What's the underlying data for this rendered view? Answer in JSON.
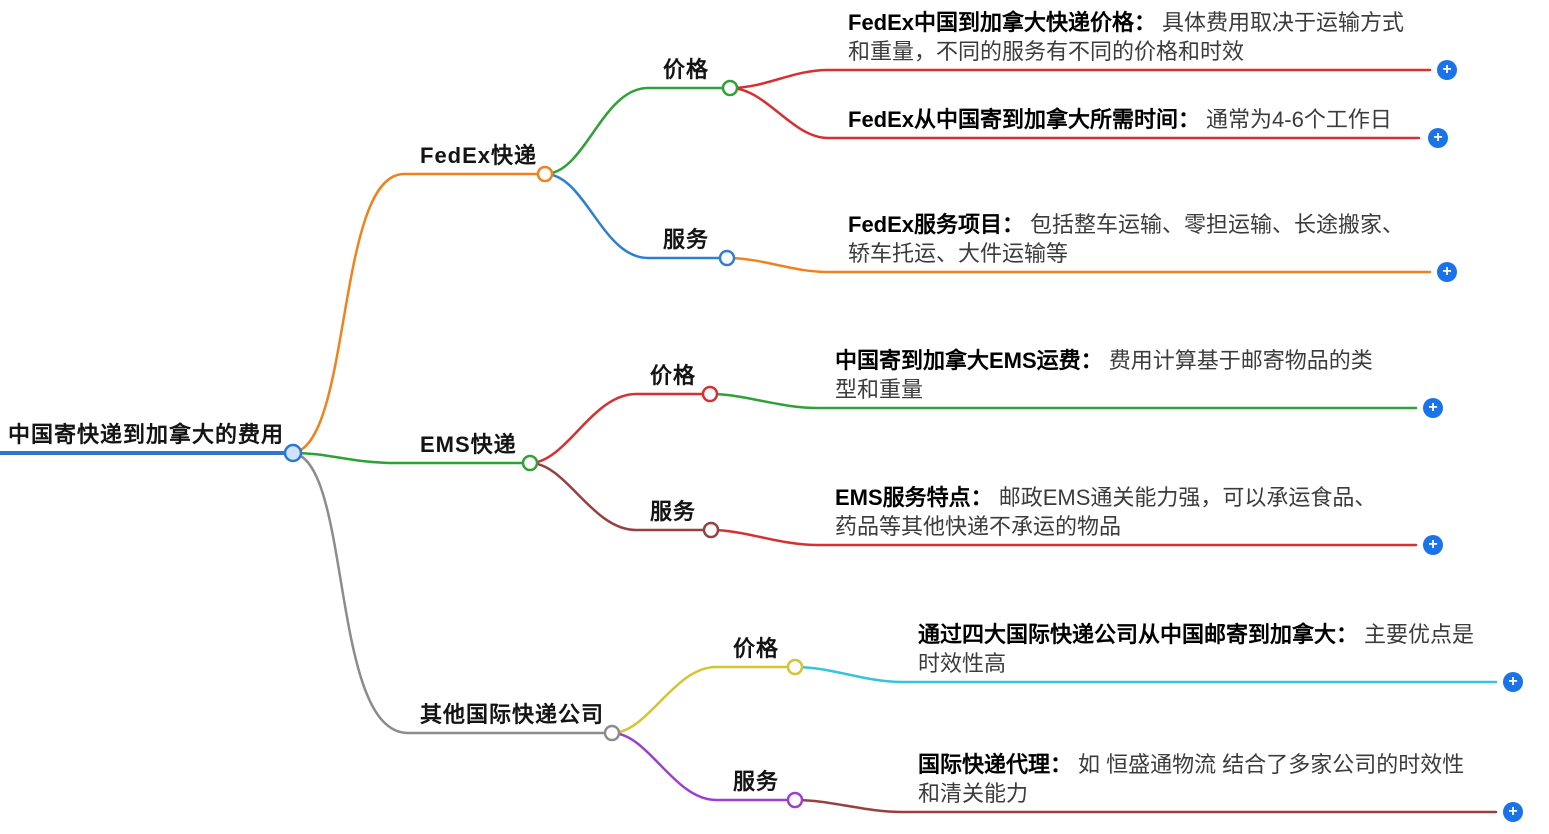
{
  "root": {
    "label": "中国寄快递到加拿大的费用"
  },
  "branches": [
    {
      "label": "FedEx快递",
      "groups": [
        {
          "label": "价格",
          "leaves": [
            {
              "title": "FedEx中国到加拿大快递价格：",
              "desc": "具体费用取决于运输方式和重量，不同的服务有不同的价格和时效"
            },
            {
              "title": "FedEx从中国寄到加拿大所需时间：",
              "desc": "通常为4-6个工作日"
            }
          ]
        },
        {
          "label": "服务",
          "leaves": [
            {
              "title": "FedEx服务项目：",
              "desc": "包括整车运输、零担运输、长途搬家、轿车托运、大件运输等"
            }
          ]
        }
      ]
    },
    {
      "label": "EMS快递",
      "groups": [
        {
          "label": "价格",
          "leaves": [
            {
              "title": "中国寄到加拿大EMS运费：",
              "desc": "费用计算基于邮寄物品的类型和重量"
            }
          ]
        },
        {
          "label": "服务",
          "leaves": [
            {
              "title": "EMS服务特点：",
              "desc": "邮政EMS通关能力强，可以承运食品、药品等其他快递不承运的物品"
            }
          ]
        }
      ]
    },
    {
      "label": "其他国际快递公司",
      "groups": [
        {
          "label": "价格",
          "leaves": [
            {
              "title": "通过四大国际快递公司从中国邮寄到加拿大：",
              "desc": "主要优点是时效性高"
            }
          ]
        },
        {
          "label": "服务",
          "leaves": [
            {
              "title": "国际快递代理：",
              "desc": "如 恒盛通物流 结合了多家公司的时效性和清关能力"
            }
          ]
        }
      ]
    }
  ],
  "icons": {
    "plus": "+"
  },
  "colors": {
    "root": "#2e75d4",
    "orange": "#f0821e",
    "green": "#2fa235",
    "red": "#d63031",
    "blue": "#2f7fd1",
    "maroon": "#964040",
    "gray": "#8c8c8c",
    "yellow": "#d3c531",
    "cyan": "#35c4dc",
    "purple": "#9c3fd0",
    "plus_bg": "#1a73e8",
    "node_fill": "#fdfdfd",
    "root_node_fill": "#cfe3f8"
  }
}
